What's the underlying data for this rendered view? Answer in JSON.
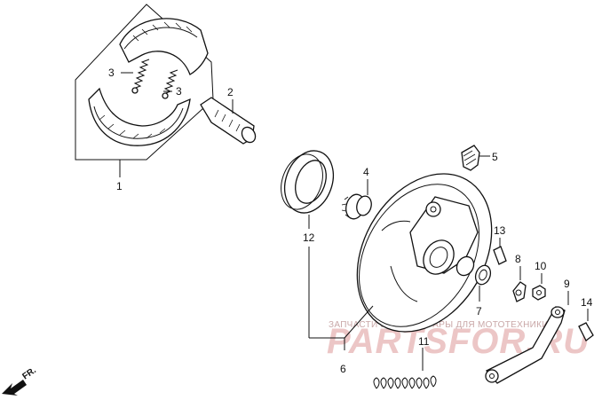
{
  "diagram": {
    "part_labels": {
      "p1": "1",
      "p2": "2",
      "p3a": "3",
      "p3b": "3",
      "p4": "4",
      "p5": "5",
      "p6": "6",
      "p7": "7",
      "p8": "8",
      "p9": "9",
      "p10": "10",
      "p11": "11",
      "p12": "12",
      "p13": "13",
      "p14": "14"
    },
    "direction_label": "FR.",
    "watermark": {
      "caption": "ЗАПЧАСТИ И АКСЕССУАРЫ ДЛЯ МОТОТЕХНИКИ",
      "logo": "PARTSFOR.RU"
    }
  }
}
